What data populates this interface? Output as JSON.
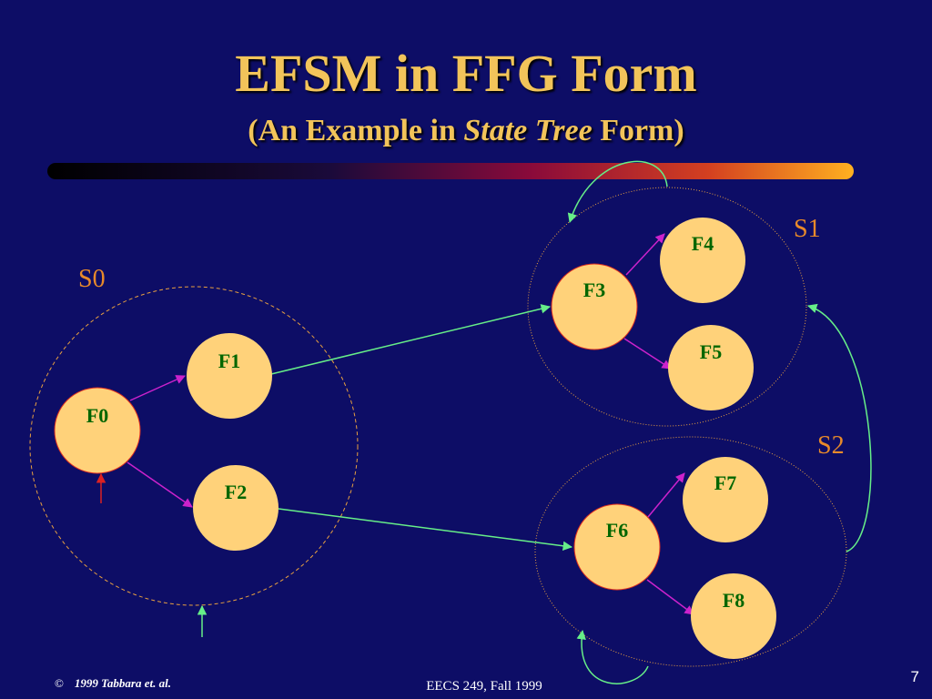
{
  "slide": {
    "title": "EFSM in FFG Form",
    "subtitle_before": "(An Example in ",
    "subtitle_italic": "State Tree",
    "subtitle_after": " Form)",
    "footer_copyright_symbol": "©",
    "footer_copyright": "1999 Tabbara et. al.",
    "footer_course": "EECS 249, Fall 1999",
    "slide_number": "7"
  },
  "colors": {
    "background": "#0d0d66",
    "title": "#f2c45a",
    "node_fill": "#ffd27a",
    "node_stroke": "#e03020",
    "node_text": "#006600",
    "state_label": "#e88a2a",
    "intra_edge": "#cc22cc",
    "inter_edge": "#66ee88",
    "entry_red": "#dd2222"
  },
  "diagram": {
    "states": [
      {
        "id": "S0",
        "label": "S0"
      },
      {
        "id": "S1",
        "label": "S1"
      },
      {
        "id": "S2",
        "label": "S2"
      }
    ],
    "nodes": [
      {
        "id": "F0",
        "label": "F0"
      },
      {
        "id": "F1",
        "label": "F1"
      },
      {
        "id": "F2",
        "label": "F2"
      },
      {
        "id": "F3",
        "label": "F3"
      },
      {
        "id": "F4",
        "label": "F4"
      },
      {
        "id": "F5",
        "label": "F5"
      },
      {
        "id": "F6",
        "label": "F6"
      },
      {
        "id": "F7",
        "label": "F7"
      },
      {
        "id": "F8",
        "label": "F8"
      }
    ],
    "edges": [
      {
        "from": "F0",
        "to": "F1",
        "kind": "intra"
      },
      {
        "from": "F0",
        "to": "F2",
        "kind": "intra"
      },
      {
        "from": "F3",
        "to": "F4",
        "kind": "intra"
      },
      {
        "from": "F3",
        "to": "F5",
        "kind": "intra"
      },
      {
        "from": "F6",
        "to": "F7",
        "kind": "intra"
      },
      {
        "from": "F6",
        "to": "F8",
        "kind": "intra"
      },
      {
        "from": "F1",
        "to": "F3",
        "kind": "inter"
      },
      {
        "from": "F2",
        "to": "F6",
        "kind": "inter"
      }
    ]
  }
}
